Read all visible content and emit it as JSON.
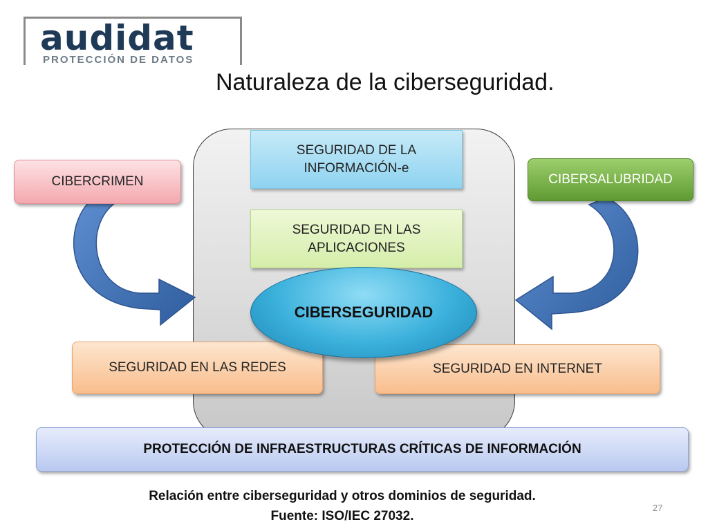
{
  "logo": {
    "wordmark": "audidat",
    "subtitle": "PROTECCIÓN DE DATOS"
  },
  "title": "Naturaleza de la ciberseguridad.",
  "diagram": {
    "info_security": "SEGURIDAD DE LA INFORMACIÓN-e",
    "app_security": "SEGURIDAD EN LAS APLICACIONES",
    "cybercrime": "CIBERCRIMEN",
    "cyberhealth": "CIBERSALUBRIDAD",
    "cybersecurity": "CIBERSEGURIDAD",
    "network_security": "SEGURIDAD EN LAS REDES",
    "internet_security": "SEGURIDAD EN INTERNET",
    "critical_infrastructure": "PROTECCIÓN DE INFRAESTRUCTURAS CRÍTICAS DE INFORMACIÓN"
  },
  "caption": {
    "line1": "Relación entre ciberseguridad y otros dominios de seguridad.",
    "line2": "Fuente: ISO/IEC 27032."
  },
  "page_number": "27",
  "colors": {
    "arrow_fill": "#4a78b8",
    "arrow_stroke": "#2e5490",
    "logo_text": "#1f3a57"
  }
}
